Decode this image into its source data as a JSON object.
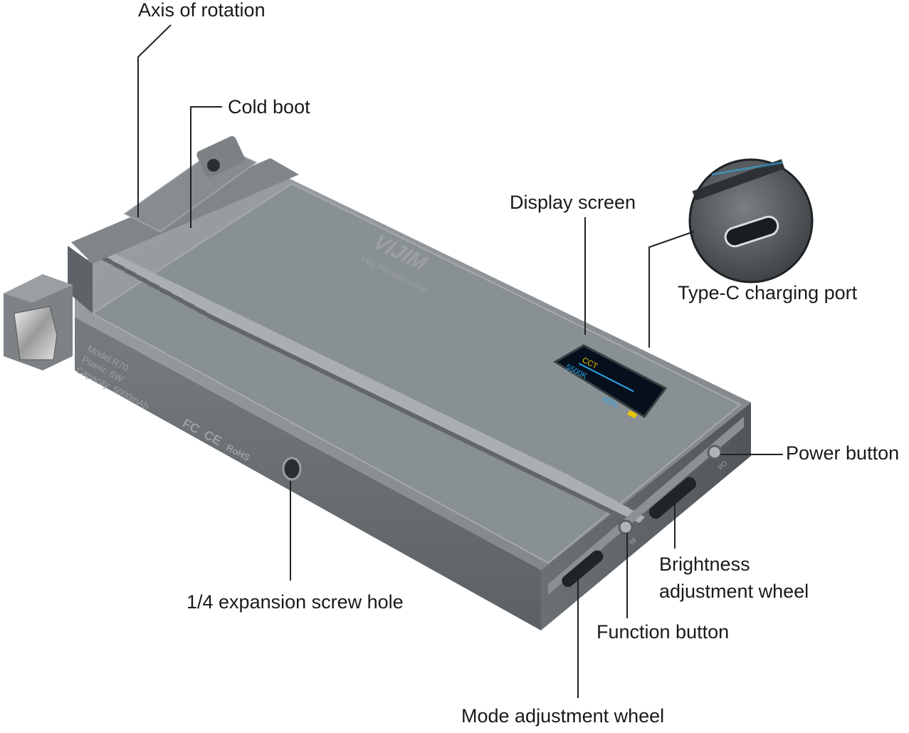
{
  "device": {
    "brand": "VIJIM",
    "tagline": "Vlog Premium Group",
    "specs": [
      "Model:R70",
      "Power: 5W",
      "Capacity: 5000mAh"
    ],
    "certifications": [
      "FC",
      "CE",
      "RoHS"
    ],
    "display": {
      "mode": "CCT",
      "color_temp": "5500K",
      "brightness": "60%"
    },
    "button_marks": {
      "power": "I/O",
      "function": "M"
    }
  },
  "labels": {
    "axis_of_rotation": "Axis of rotation",
    "cold_boot": "Cold boot",
    "display_screen": "Display screen",
    "type_c_port": "Type-C charging port",
    "power_button": "Power button",
    "brightness_wheel": [
      "Brightness",
      "adjustment wheel"
    ],
    "function_button": "Function button",
    "screw_hole": "1/4 expansion screw hole",
    "mode_wheel": "Mode adjustment wheel"
  },
  "colors": {
    "body_top": "#8e9497",
    "body_side": "#6f7578",
    "body_dark": "#4e5457",
    "rib_light": "#a9afb2",
    "rib_dark": "#5f6568",
    "screen_bg": "#06101c",
    "screen_yellow": "#e8c400",
    "screen_blue": "#2aa6e8"
  }
}
